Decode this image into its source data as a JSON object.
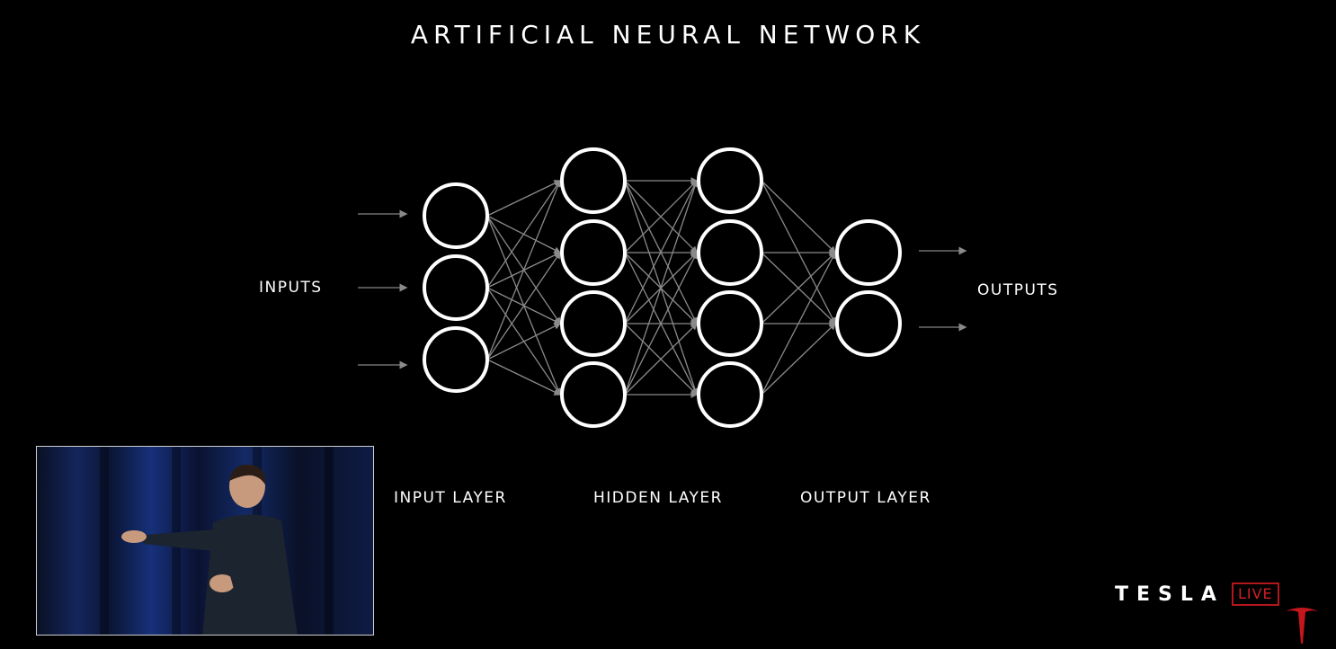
{
  "slide": {
    "title": "ARTIFICIAL NEURAL NETWORK",
    "inputs_label": "INPUTS",
    "outputs_label": "OUTPUTS",
    "layer_labels": {
      "input": "INPUT LAYER",
      "hidden": "HIDDEN LAYER",
      "output": "OUTPUT LAYER"
    }
  },
  "network": {
    "layers": [
      {
        "name": "input",
        "nodes": 3
      },
      {
        "name": "hidden-1",
        "nodes": 4
      },
      {
        "name": "hidden-2",
        "nodes": 4
      },
      {
        "name": "output",
        "nodes": 2
      }
    ],
    "input_arrows": 3,
    "output_arrows": 2,
    "fully_connected": true
  },
  "video_inset": {
    "description_icon": "presenter-video-icon"
  },
  "branding": {
    "wordmark": "TESLA",
    "badge": "LIVE",
    "badge_color": "#d21f26",
    "logo_icon": "tesla-t-icon"
  }
}
